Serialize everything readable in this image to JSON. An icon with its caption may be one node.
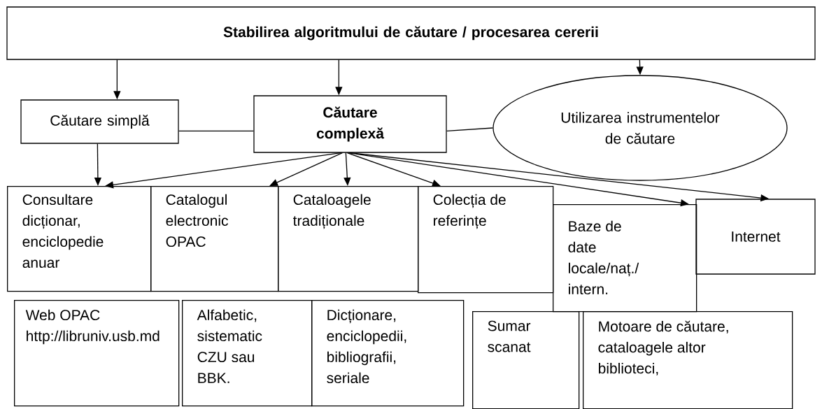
{
  "diagram": {
    "nodes": [
      {
        "text": [
          "Stabilirea algoritmului de căutare / procesarea cererii"
        ]
      },
      {
        "text": [
          "Căutare simplă"
        ]
      },
      {
        "text": [
          "Căutare complexă"
        ]
      },
      {
        "text": [
          "Utilizarea instrumentelor de căutare"
        ]
      },
      {
        "text": [
          "Consultare dicționar, enciclopedie anuar"
        ]
      },
      {
        "text": [
          "Catalogul electronic OPAC"
        ]
      },
      {
        "text": [
          "Cataloagele tradiționale"
        ]
      },
      {
        "text": [
          "Colecția de referințe"
        ]
      },
      {
        "text": [
          "Baze de date locale/naț./ intern."
        ]
      },
      {
        "text": [
          "Internet"
        ]
      },
      {
        "text": [
          "Web OPAC http://libruniv.usb.md"
        ]
      },
      {
        "text": [
          "Alfabetic, sistematic CZU sau BBK."
        ]
      },
      {
        "text": [
          "Dicționare, enciclopedii, bibliografii, seriale"
        ]
      },
      {
        "text": [
          "Sumar scanat"
        ]
      },
      {
        "text": [
          "Motoare de căutare, cataloagele altor biblioteci,"
        ]
      }
    ],
    "edges": [
      {
        "from": 0,
        "to": 1,
        "arrow": "to"
      },
      {
        "from": 0,
        "to": 2,
        "arrow": "to"
      },
      {
        "from": 0,
        "to": 3,
        "arrow": "to"
      },
      {
        "from": 1,
        "to": 2,
        "arrow": "none"
      },
      {
        "from": 2,
        "to": 3,
        "arrow": "none"
      },
      {
        "from": 1,
        "to": 4,
        "arrow": "to"
      },
      {
        "from": 2,
        "to": 4,
        "arrow": "to"
      },
      {
        "from": 2,
        "to": 5,
        "arrow": "to"
      },
      {
        "from": 2,
        "to": 6,
        "arrow": "to"
      },
      {
        "from": 2,
        "to": 7,
        "arrow": "to"
      },
      {
        "from": 2,
        "to": 8,
        "arrow": "to"
      },
      {
        "from": 2,
        "to": 9,
        "arrow": "to"
      }
    ]
  }
}
